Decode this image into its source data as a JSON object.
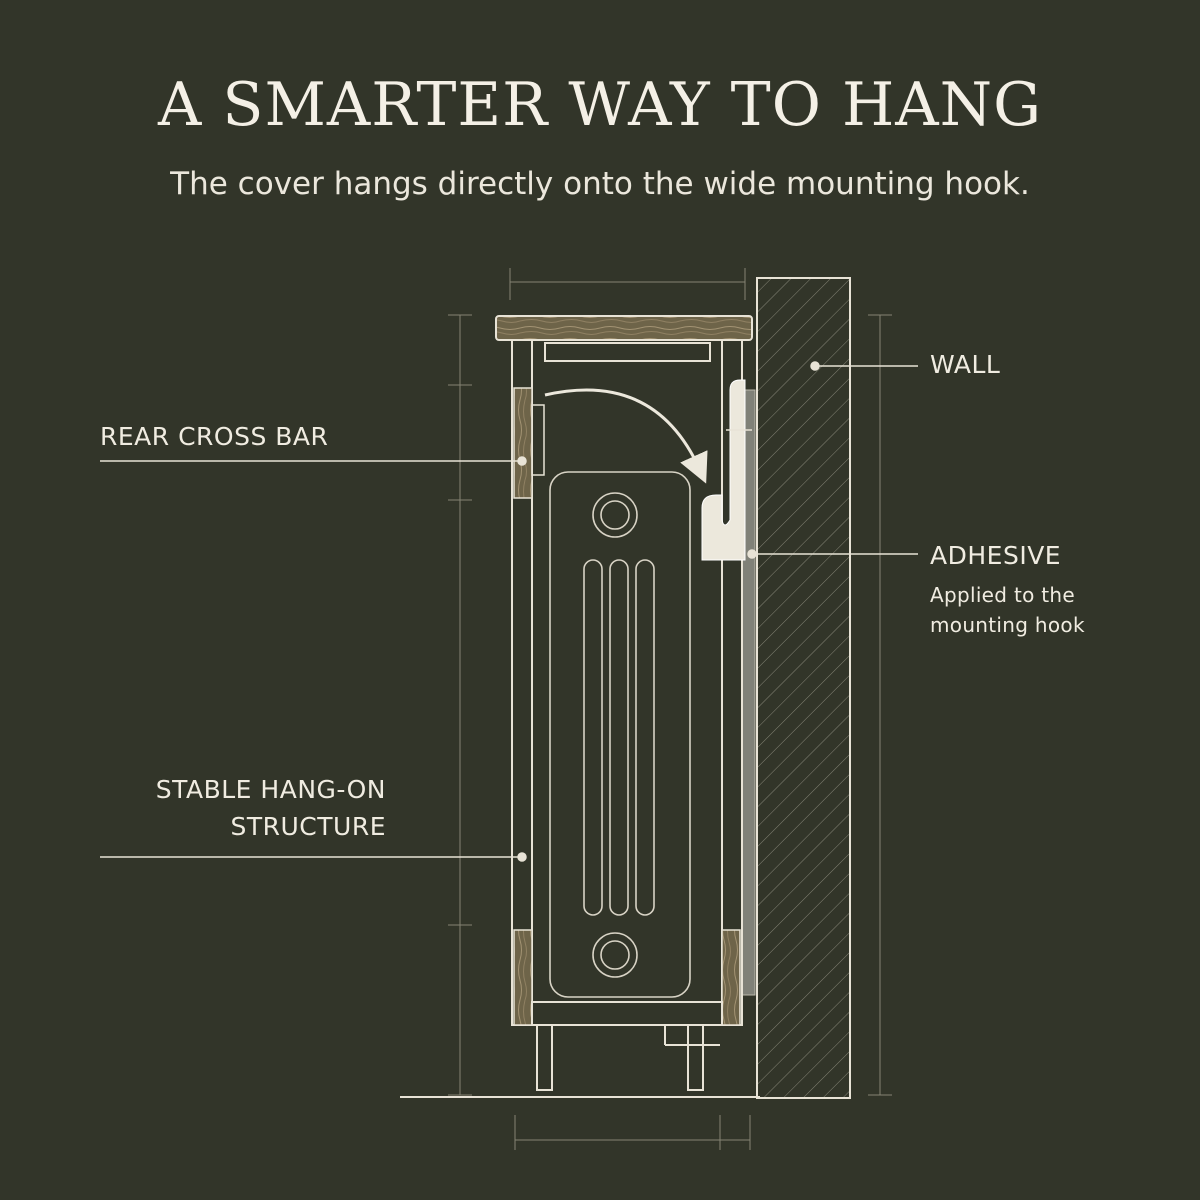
{
  "title": "A SMARTER WAY TO HANG",
  "subtitle": "The cover hangs directly onto the wide mounting hook.",
  "labels": {
    "wall": "WALL",
    "rear_cross_bar": "REAR CROSS BAR",
    "adhesive": "ADHESIVE",
    "adhesive_note_line1": "Applied to the",
    "adhesive_note_line2": "mounting hook",
    "stable_line1": "STABLE HANG-ON",
    "stable_line2": "STRUCTURE"
  },
  "colors": {
    "background": "#323529",
    "line": "#e8e3d6",
    "wood": "#8a7a5e",
    "hook": "#ece8dc"
  },
  "icons": [
    "arrow-icon"
  ]
}
